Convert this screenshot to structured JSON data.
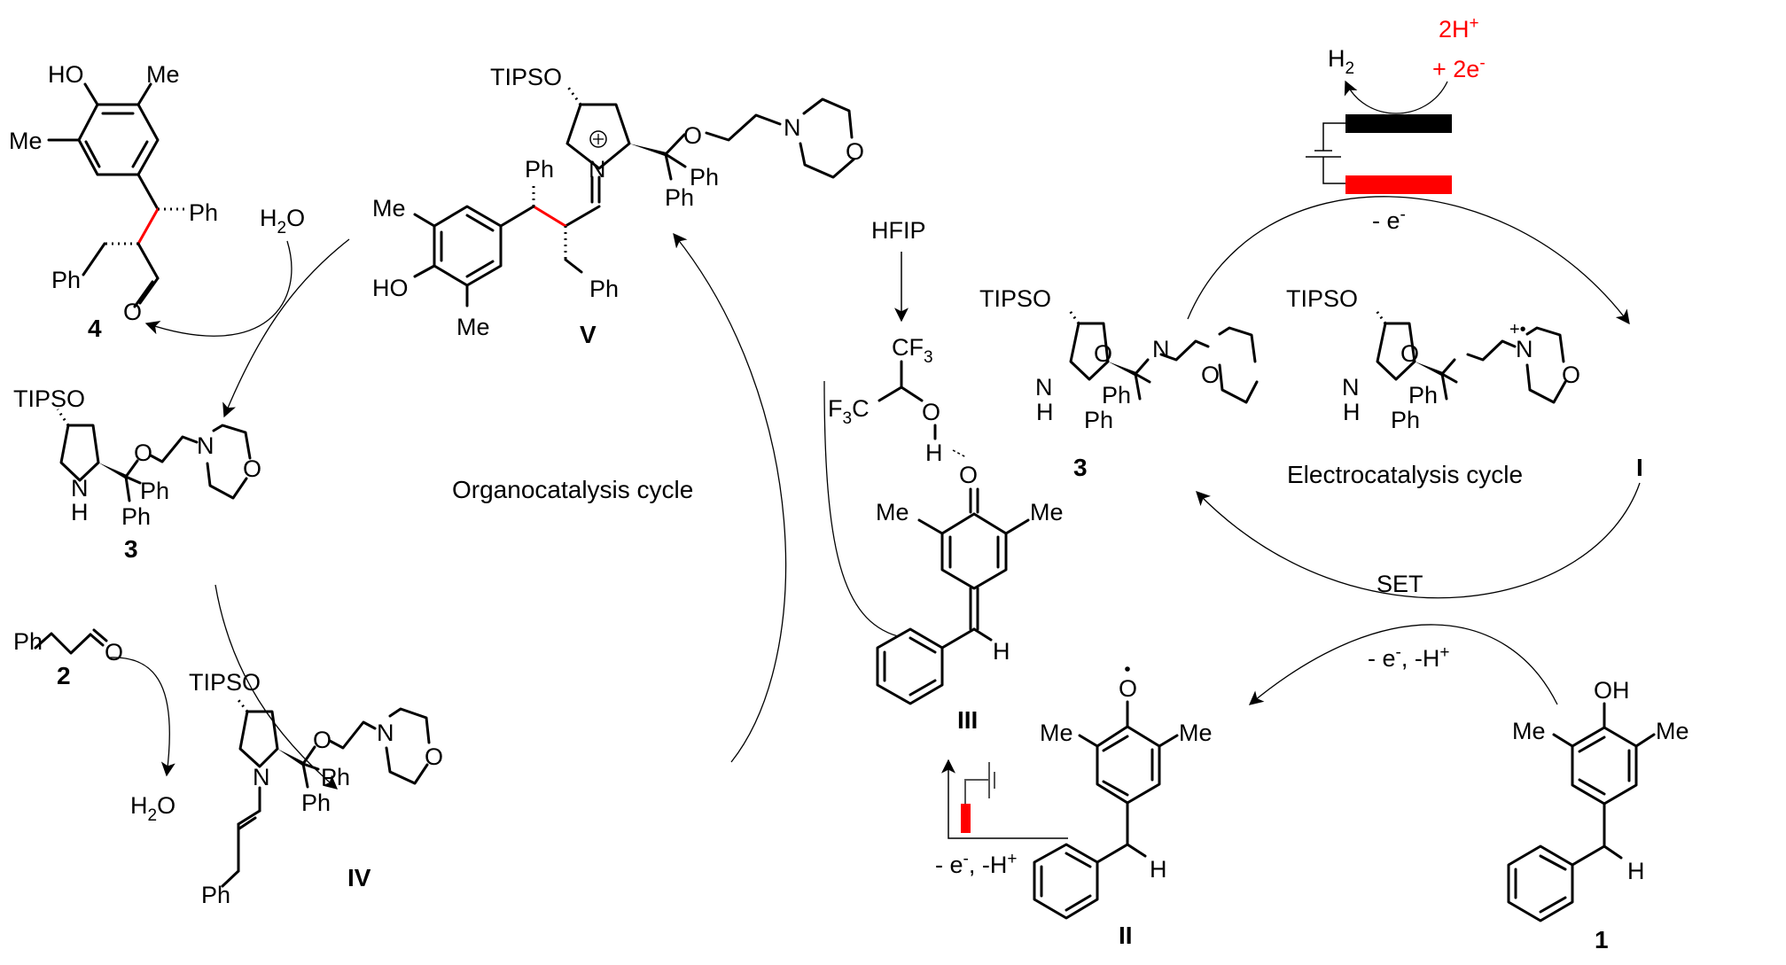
{
  "title": "Organocatalysis and electrocatalysis cycles",
  "colors": {
    "ink": "#000000",
    "highlight": "#ff0000",
    "cathode": "#000000",
    "anode": "#ff0000"
  },
  "cycles": {
    "organo_label": "Organocatalysis cycle",
    "electro_label": "Electrocatalysis cycle"
  },
  "compounds": {
    "c1": {
      "id": "1",
      "groups": [
        "OH",
        "Me",
        "Me",
        "H"
      ]
    },
    "c2": {
      "id": "2",
      "groups": [
        "Ph",
        "O"
      ]
    },
    "c3_left": {
      "id": "3",
      "groups": [
        "TIPSO",
        "N",
        "H",
        "O",
        "Ph",
        "Ph",
        "N",
        "O"
      ]
    },
    "c3_right": {
      "id": "3",
      "groups": [
        "TIPSO",
        "N",
        "H",
        "O",
        "Ph",
        "Ph",
        "N",
        "O"
      ]
    },
    "c4": {
      "id": "4",
      "groups": [
        "HO",
        "Me",
        "Me",
        "Ph",
        "Ph",
        "O"
      ]
    },
    "cI": {
      "id": "I",
      "groups": [
        "TIPSO",
        "N",
        "H",
        "O",
        "Ph",
        "Ph",
        "N",
        "O"
      ],
      "charge": "+•"
    },
    "cII": {
      "id": "II",
      "groups": [
        "O",
        "Me",
        "Me",
        "H"
      ],
      "radical": "•"
    },
    "cIII": {
      "id": "III",
      "groups": [
        "O",
        "Me",
        "Me",
        "H"
      ]
    },
    "cIV": {
      "id": "IV",
      "groups": [
        "TIPSO",
        "N",
        "O",
        "Ph",
        "Ph",
        "N",
        "O",
        "Ph"
      ]
    },
    "cV": {
      "id": "V",
      "groups": [
        "TIPSO",
        "N",
        "O",
        "Ph",
        "Ph",
        "N",
        "O",
        "Ph",
        "Me",
        "HO",
        "Me",
        "Ph"
      ],
      "charge": "⊕"
    }
  },
  "reagents": {
    "water_top": {
      "main": "H",
      "sub": "2",
      "tail": "O"
    },
    "water_bottom": {
      "main": "H",
      "sub": "2",
      "tail": "O"
    },
    "hfip": "HFIP",
    "hfip_cf3_top": {
      "main": "CF",
      "sub": "3"
    },
    "hfip_f3c": {
      "pre": "F",
      "sub": "3",
      "tail": "C"
    },
    "hfip_o": "O",
    "hfip_h": "H",
    "h2": {
      "main": "H",
      "sub": "2"
    },
    "protons": {
      "main": "2H",
      "sup": "+"
    },
    "electrons": {
      "main": "+ 2e",
      "sup": "-"
    }
  },
  "steps": {
    "anode_oxidation": {
      "main": "- e",
      "sup": "-"
    },
    "set_label": "SET",
    "set_loss": {
      "a": "- e",
      "a_sup": "-",
      "b": ", -H",
      "b_sup": "+"
    },
    "bottom_loss": {
      "a": "- e",
      "a_sup": "-",
      "b": ", -H",
      "b_sup": "+"
    }
  }
}
